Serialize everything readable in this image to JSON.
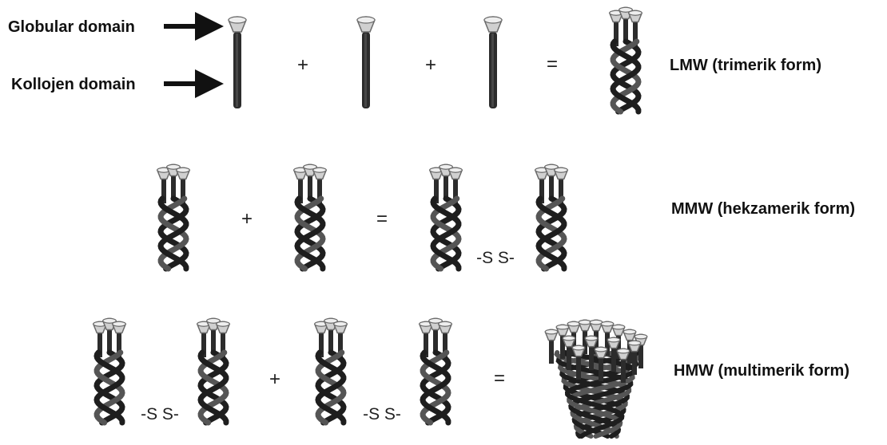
{
  "labels": {
    "globular": "Globular domain",
    "kollojen": "Kollojen domain",
    "lmw": "LMW (trimerik form)",
    "mmw": "MMW (hekzamerik form)",
    "hmw": "HMW (multimerik form)"
  },
  "ops": {
    "plus": "+",
    "equals": "="
  },
  "disulfide": "-S S-",
  "colors": {
    "ink": "#111111",
    "rod": "#2c2c2c",
    "head_light": "#d0d0d0",
    "head_dark": "#6a6a6a",
    "strand_a": "#1e1e1e",
    "strand_b": "#555555"
  }
}
